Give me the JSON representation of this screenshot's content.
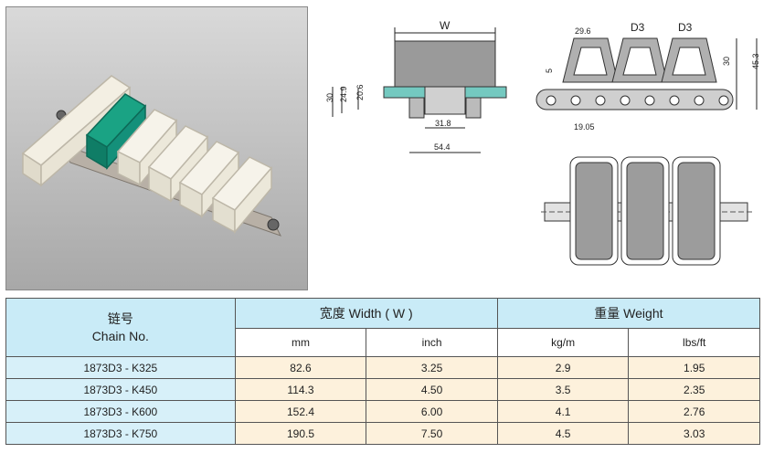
{
  "diagram": {
    "front_view": {
      "width_label": "W",
      "dims": [
        "30",
        "24.9",
        "20.6",
        "31.8",
        "54.4"
      ]
    },
    "side_view": {
      "labels": [
        "D3",
        "D3"
      ],
      "dims": [
        "29.6",
        "5",
        "30",
        "45.3",
        "19.05"
      ]
    }
  },
  "table": {
    "header": {
      "chain_cn": "链号",
      "chain_en": "Chain No.",
      "width": "宽度 Width ( W )",
      "weight": "重量 Weight"
    },
    "units": [
      "mm",
      "inch",
      "kg/m",
      "lbs/ft"
    ],
    "rows": [
      {
        "chain": "1873D3 - K325",
        "mm": "82.6",
        "inch": "3.25",
        "kgm": "2.9",
        "lbsft": "1.95"
      },
      {
        "chain": "1873D3 - K450",
        "mm": "114.3",
        "inch": "4.50",
        "kgm": "3.5",
        "lbsft": "2.35"
      },
      {
        "chain": "1873D3 - K600",
        "mm": "152.4",
        "inch": "6.00",
        "kgm": "4.1",
        "lbsft": "2.76"
      },
      {
        "chain": "1873D3 - K750",
        "mm": "190.5",
        "inch": "7.50",
        "kgm": "4.5",
        "lbsft": "3.03"
      }
    ]
  }
}
